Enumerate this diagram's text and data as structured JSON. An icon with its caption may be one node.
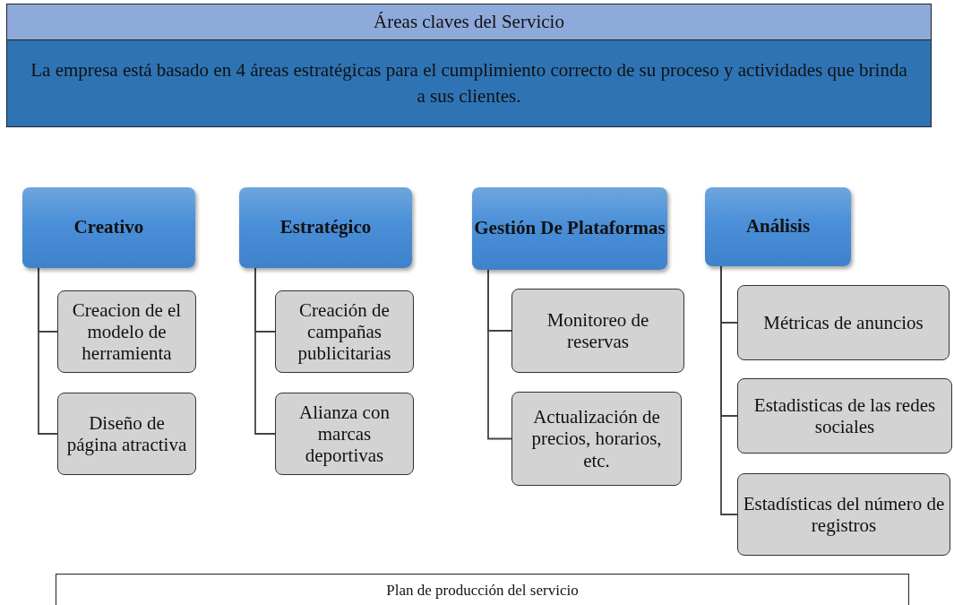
{
  "diagram": {
    "nodes": [
      {
        "text": [
          "Áreas claves del Servicio"
        ]
      },
      {
        "text": [
          "La empresa está basado en 4 áreas estratégicas para el cumplimiento correcto de su proceso y actividades que brinda a sus clientes."
        ]
      },
      {
        "text": [
          "Creativo"
        ]
      },
      {
        "text": [
          "Creacion de el modelo de herramienta"
        ]
      },
      {
        "text": [
          "Diseño de página atractiva"
        ]
      },
      {
        "text": [
          "Estratégico"
        ]
      },
      {
        "text": [
          "Creación de campañas publicitarias"
        ]
      },
      {
        "text": [
          "Alianza con marcas deportivas"
        ]
      },
      {
        "text": [
          "Gestión De Plataformas"
        ]
      },
      {
        "text": [
          "Monitoreo de reservas"
        ]
      },
      {
        "text": [
          "Actualización de precios, horarios, etc."
        ]
      },
      {
        "text": [
          "Análisis"
        ]
      },
      {
        "text": [
          "Métricas de anuncios"
        ]
      },
      {
        "text": [
          "Estadisticas de las redes sociales"
        ]
      },
      {
        "text": [
          "Estadísticas del número de registros"
        ]
      },
      {
        "text": [
          "Plan de producción del servicio"
        ]
      }
    ],
    "edges": [
      {
        "from": 2,
        "to": 3,
        "arrow": "none"
      },
      {
        "from": 2,
        "to": 4,
        "arrow": "none"
      },
      {
        "from": 5,
        "to": 6,
        "arrow": "none"
      },
      {
        "from": 5,
        "to": 7,
        "arrow": "none"
      },
      {
        "from": 8,
        "to": 9,
        "arrow": "none"
      },
      {
        "from": 8,
        "to": 10,
        "arrow": "none"
      },
      {
        "from": 11,
        "to": 12,
        "arrow": "none"
      },
      {
        "from": 11,
        "to": 13,
        "arrow": "none"
      },
      {
        "from": 11,
        "to": 14,
        "arrow": "none"
      }
    ]
  }
}
